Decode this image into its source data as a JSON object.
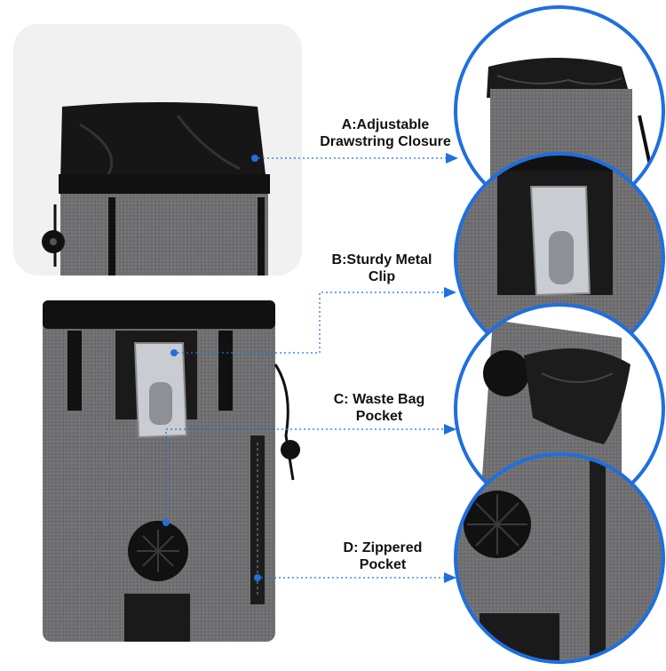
{
  "colors": {
    "accent": "#1e6fe0",
    "fabric": "#6f6f72",
    "fabric_dark": "#4f4f52",
    "trim": "#111111",
    "metal": "#c9ccd1",
    "top_panel_bg": "#f1f1f1"
  },
  "features": [
    {
      "line1": "A:Adjustable",
      "line2": "Drawstring Closure"
    },
    {
      "line1": "B:Sturdy Metal",
      "line2": "Clip"
    },
    {
      "line1": "C: Waste Bag",
      "line2": "Pocket"
    },
    {
      "line1": "D: Zippered",
      "line2": "Pocket"
    }
  ]
}
